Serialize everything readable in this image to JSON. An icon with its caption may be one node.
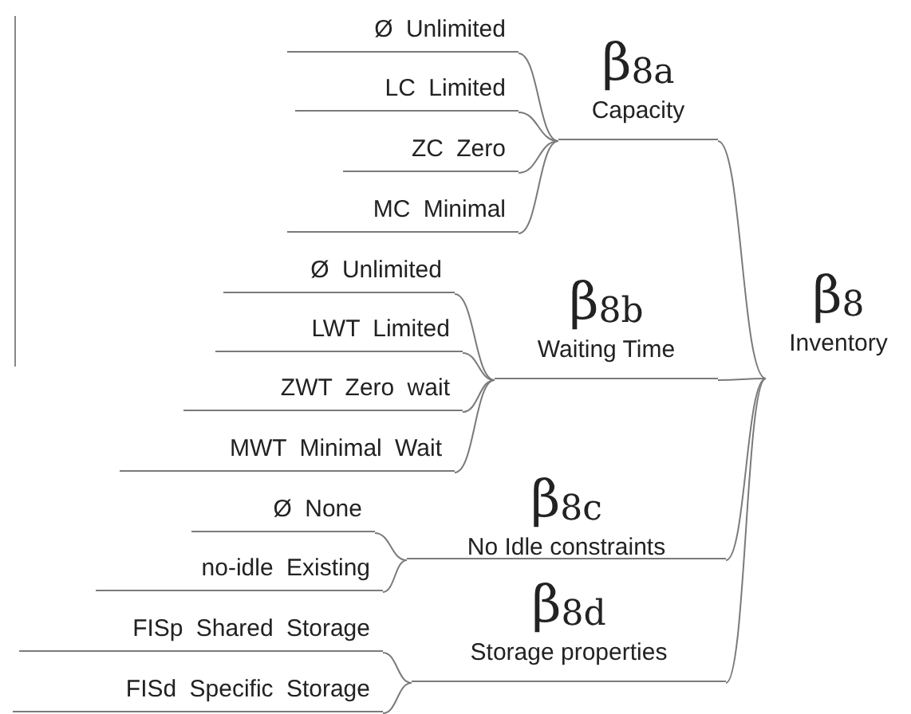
{
  "diagram": {
    "nodes": [
      {
        "text": [
          "β$_{8}$",
          "Inventory"
        ]
      },
      {
        "text": [
          "β$_{8a}$",
          "Capacity"
        ]
      },
      {
        "text": [
          "Ø Unlimited"
        ]
      },
      {
        "text": [
          "LC Limited"
        ]
      },
      {
        "text": [
          "ZC Zero"
        ]
      },
      {
        "text": [
          "MC Minimal"
        ]
      },
      {
        "text": [
          "β$_{8b}$",
          "Waiting Time"
        ]
      },
      {
        "text": [
          "Ø Unlimited"
        ]
      },
      {
        "text": [
          "LWT Limited"
        ]
      },
      {
        "text": [
          "ZWT Zero wait"
        ]
      },
      {
        "text": [
          "MWT Minimal Wait"
        ]
      },
      {
        "text": [
          "β$_{8c}$",
          "No Idle constraints"
        ]
      },
      {
        "text": [
          "Ø None"
        ]
      },
      {
        "text": [
          "no-idle Existing"
        ]
      },
      {
        "text": [
          "β$_{8d}$",
          "Storage properties"
        ]
      },
      {
        "text": [
          "FISp Shared Storage"
        ]
      },
      {
        "text": [
          "FISd Specific Storage"
        ]
      }
    ],
    "edges": [
      {
        "from": 0,
        "to": 1,
        "arrow": "none"
      },
      {
        "from": 1,
        "to": 2,
        "arrow": "none"
      },
      {
        "from": 1,
        "to": 3,
        "arrow": "none"
      },
      {
        "from": 1,
        "to": 4,
        "arrow": "none"
      },
      {
        "from": 1,
        "to": 5,
        "arrow": "none"
      },
      {
        "from": 0,
        "to": 6,
        "arrow": "none"
      },
      {
        "from": 6,
        "to": 7,
        "arrow": "none"
      },
      {
        "from": 6,
        "to": 8,
        "arrow": "none"
      },
      {
        "from": 6,
        "to": 9,
        "arrow": "none"
      },
      {
        "from": 6,
        "to": 10,
        "arrow": "none"
      },
      {
        "from": 0,
        "to": 11,
        "arrow": "none"
      },
      {
        "from": 11,
        "to": 12,
        "arrow": "none"
      },
      {
        "from": 11,
        "to": 13,
        "arrow": "none"
      },
      {
        "from": 0,
        "to": 14,
        "arrow": "none"
      },
      {
        "from": 14,
        "to": 15,
        "arrow": "none"
      },
      {
        "from": 14,
        "to": 16,
        "arrow": "none"
      }
    ]
  }
}
